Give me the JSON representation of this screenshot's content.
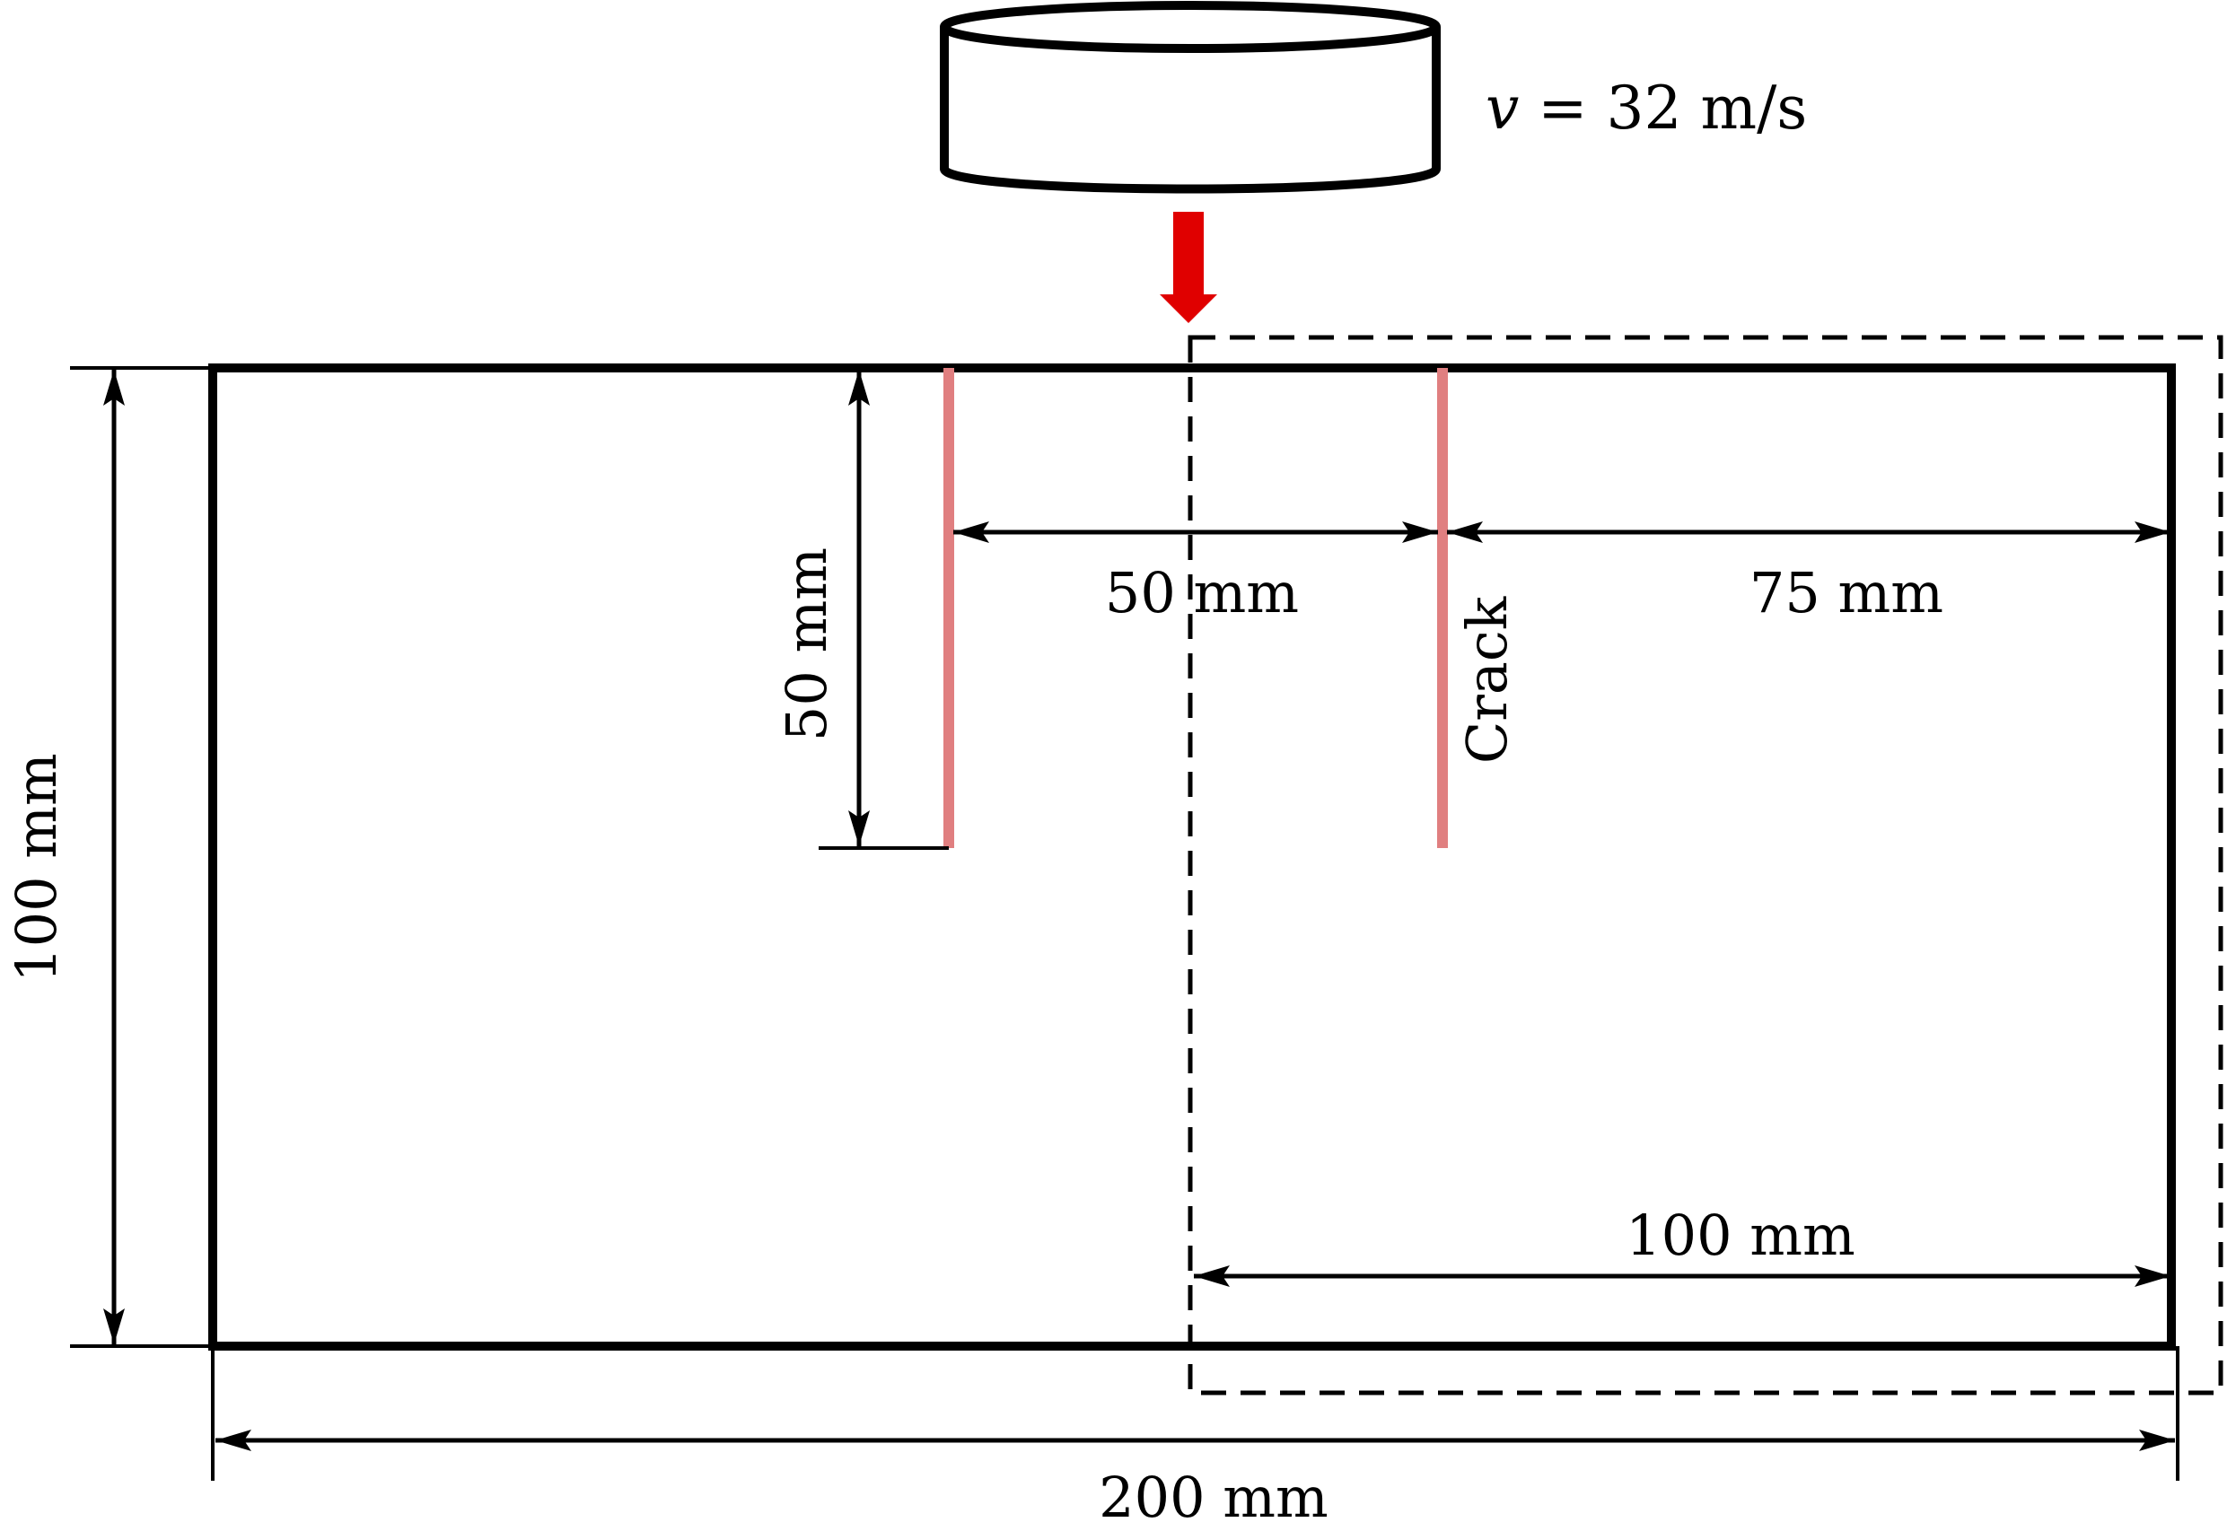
{
  "colors": {
    "outline": "#000000",
    "crack": "#e07f80",
    "impact_arrow": "#e00000",
    "background": "#ffffff"
  },
  "labels": {
    "velocity": "v = 32 m/s",
    "velocity_symbol": "v",
    "velocity_value": " = 32 m/s",
    "dim_height": "100 mm",
    "dim_width": "200 mm",
    "dim_crack_depth": "50 mm",
    "dim_crack_spacing": "50 mm",
    "dim_right_offset": "75 mm",
    "dim_dashed_width": "100 mm",
    "crack_label": "Crack"
  }
}
